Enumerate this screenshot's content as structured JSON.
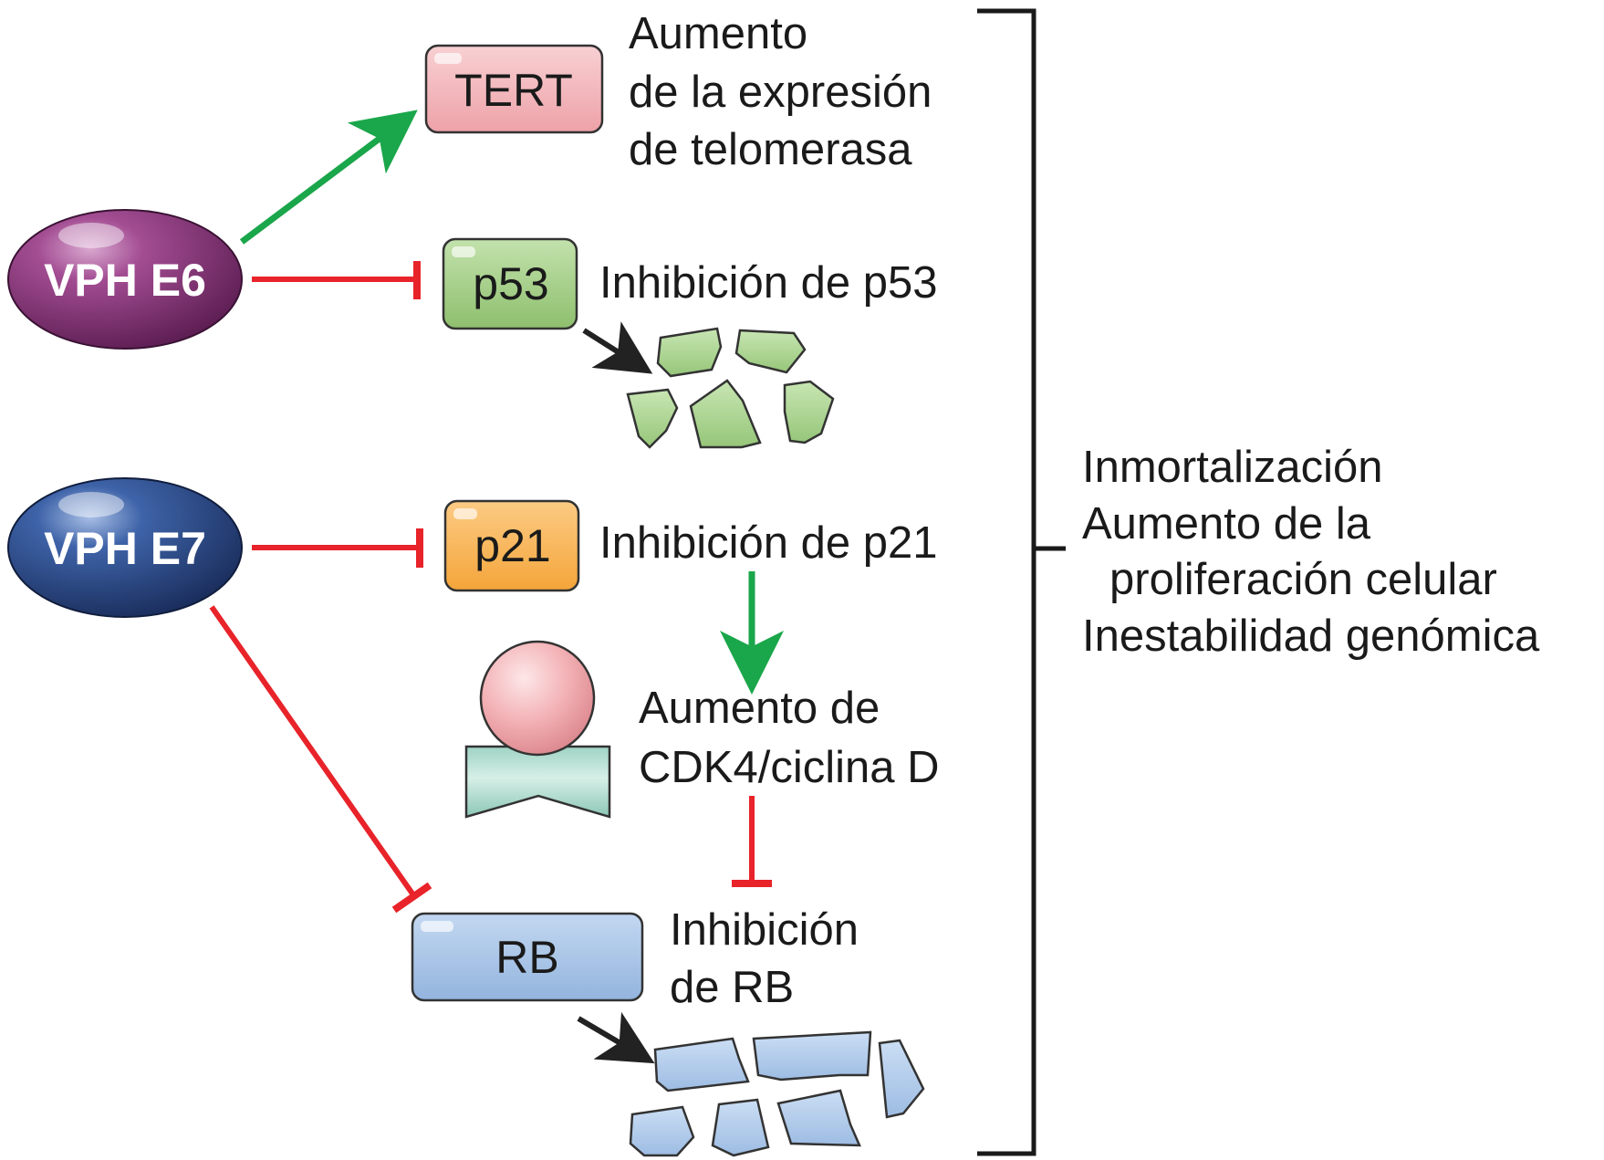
{
  "nodes": {
    "e6": {
      "label": "VPH E6",
      "color": "#8e3a7f"
    },
    "e7": {
      "label": "VPH E7",
      "color": "#2f4f8f"
    },
    "tert": {
      "label": "TERT",
      "color": "#f4b8bd"
    },
    "p53": {
      "label": "p53",
      "color": "#a8d08d"
    },
    "p21": {
      "label": "p21",
      "color": "#f9b457"
    },
    "rb": {
      "label": "RB",
      "color": "#a9c6e8"
    }
  },
  "labels": {
    "tert_effect": [
      "Aumento",
      "de la expresión",
      "de telomerasa"
    ],
    "p53_effect": "Inhibición de p53",
    "p21_effect": "Inhibición de p21",
    "cdk_effect": [
      "Aumento de",
      "CDK4/ciclina D"
    ],
    "rb_effect": [
      "Inhibición",
      "de RB"
    ],
    "outcomes": [
      "Inmortalización",
      "Aumento de la",
      "proliferación celular",
      "Inestabilidad genómica"
    ]
  },
  "colors": {
    "activation": "#1aa64a",
    "inhibition": "#e8232a",
    "degradation": "#222222"
  }
}
